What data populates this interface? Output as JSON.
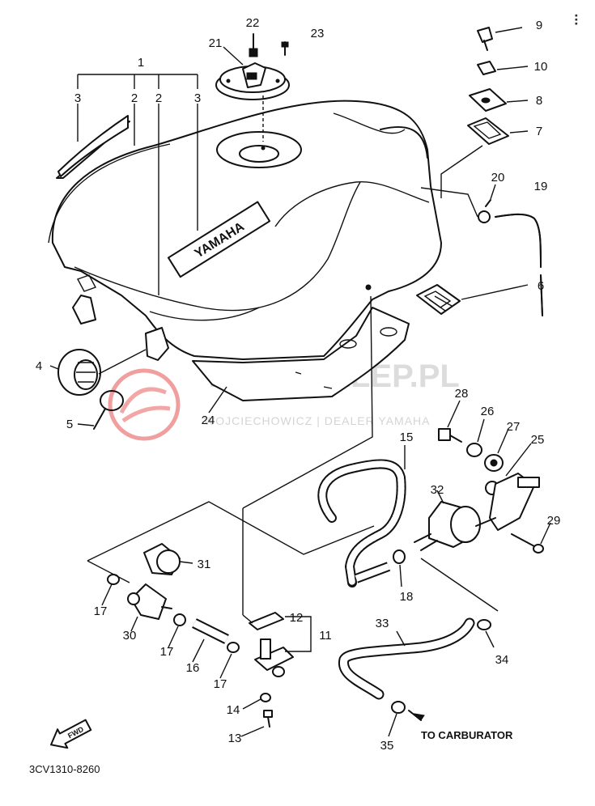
{
  "watermark": {
    "title": "YAMA-SKLEP.PL",
    "subtitle": "WOJCIECHOWICZ | DEALER YAMAHA",
    "logo_color": "#e23a3a"
  },
  "tank_brand_text": "YAMAHA",
  "direction_note": "TO CARBURATOR",
  "forward_badge": "FWD",
  "drawing_code": "3CV1310-8260",
  "corner_mark": "⠇",
  "callouts": {
    "c1": "1",
    "c2a": "2",
    "c2b": "2",
    "c3a": "3",
    "c3b": "3",
    "c4": "4",
    "c5": "5",
    "c6": "6",
    "c7": "7",
    "c8": "8",
    "c9": "9",
    "c10": "10",
    "c11": "11",
    "c12": "12",
    "c13": "13",
    "c14": "14",
    "c15": "15",
    "c16": "16",
    "c17a": "17",
    "c17b": "17",
    "c17c": "17",
    "c18": "18",
    "c19": "19",
    "c20": "20",
    "c21": "21",
    "c22": "22",
    "c23": "23",
    "c24": "24",
    "c25": "25",
    "c26": "26",
    "c27": "27",
    "c28": "28",
    "c29": "29",
    "c30": "30",
    "c31": "31",
    "c32": "32",
    "c33": "33",
    "c34": "34",
    "c35": "35"
  }
}
